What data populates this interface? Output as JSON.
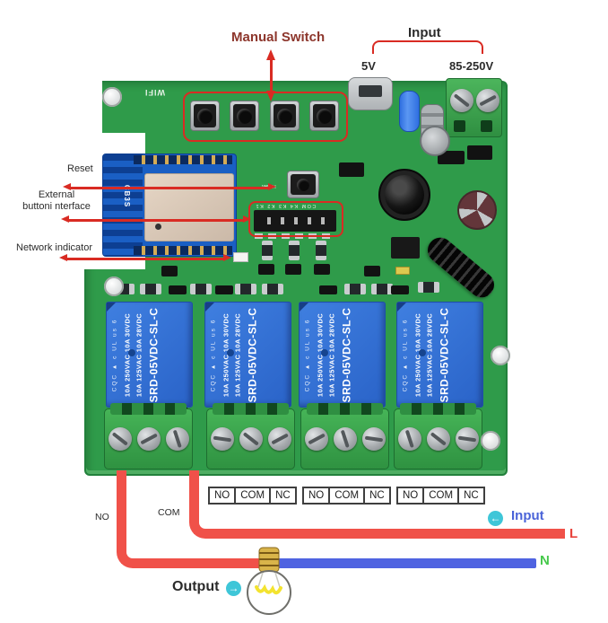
{
  "annotations": {
    "manual_switch": "Manual Switch",
    "input_top": "Input",
    "usb_voltage": "5V",
    "ac_voltage": "85-250V",
    "reset": "Reset",
    "external_line1": "External",
    "external_line2": "buttoni nterface",
    "network_indicator": "Network indicator",
    "no_wire": "NO",
    "com_wire": "COM",
    "input_bottom": "Input",
    "live": "L",
    "neutral": "N",
    "output": "Output"
  },
  "silkscreen": {
    "wifi": "WIFI",
    "module_model": "CB3S",
    "reset": "Reset",
    "header_pins": "COM K4 K3 K2 K1"
  },
  "relay": {
    "marks": "CQC  ▲  c UL us 6",
    "rating_line1": "10A 250VAC  10A 30VDC",
    "rating_line2": "10A 125VAC  10A 28VDC",
    "model": "SRD-05VDC-SL-C"
  },
  "terminal_table": {
    "cells": [
      "NO",
      "COM",
      "NC"
    ]
  },
  "icons": {
    "input_arrow": "←",
    "output_arrow": "→"
  },
  "colors": {
    "annotation_red": "#d92b23",
    "wire_red": "#f05149",
    "wire_blue": "#4f63e1",
    "input_text_blue": "#4a63d8",
    "live_red": "#e8433c",
    "neutral_green": "#46c94b",
    "cyan_badge": "#3fc6d8",
    "pcb_green": "#2f9b4a",
    "relay_blue": "#2e6fd6",
    "terminal_green": "#3fae52"
  }
}
